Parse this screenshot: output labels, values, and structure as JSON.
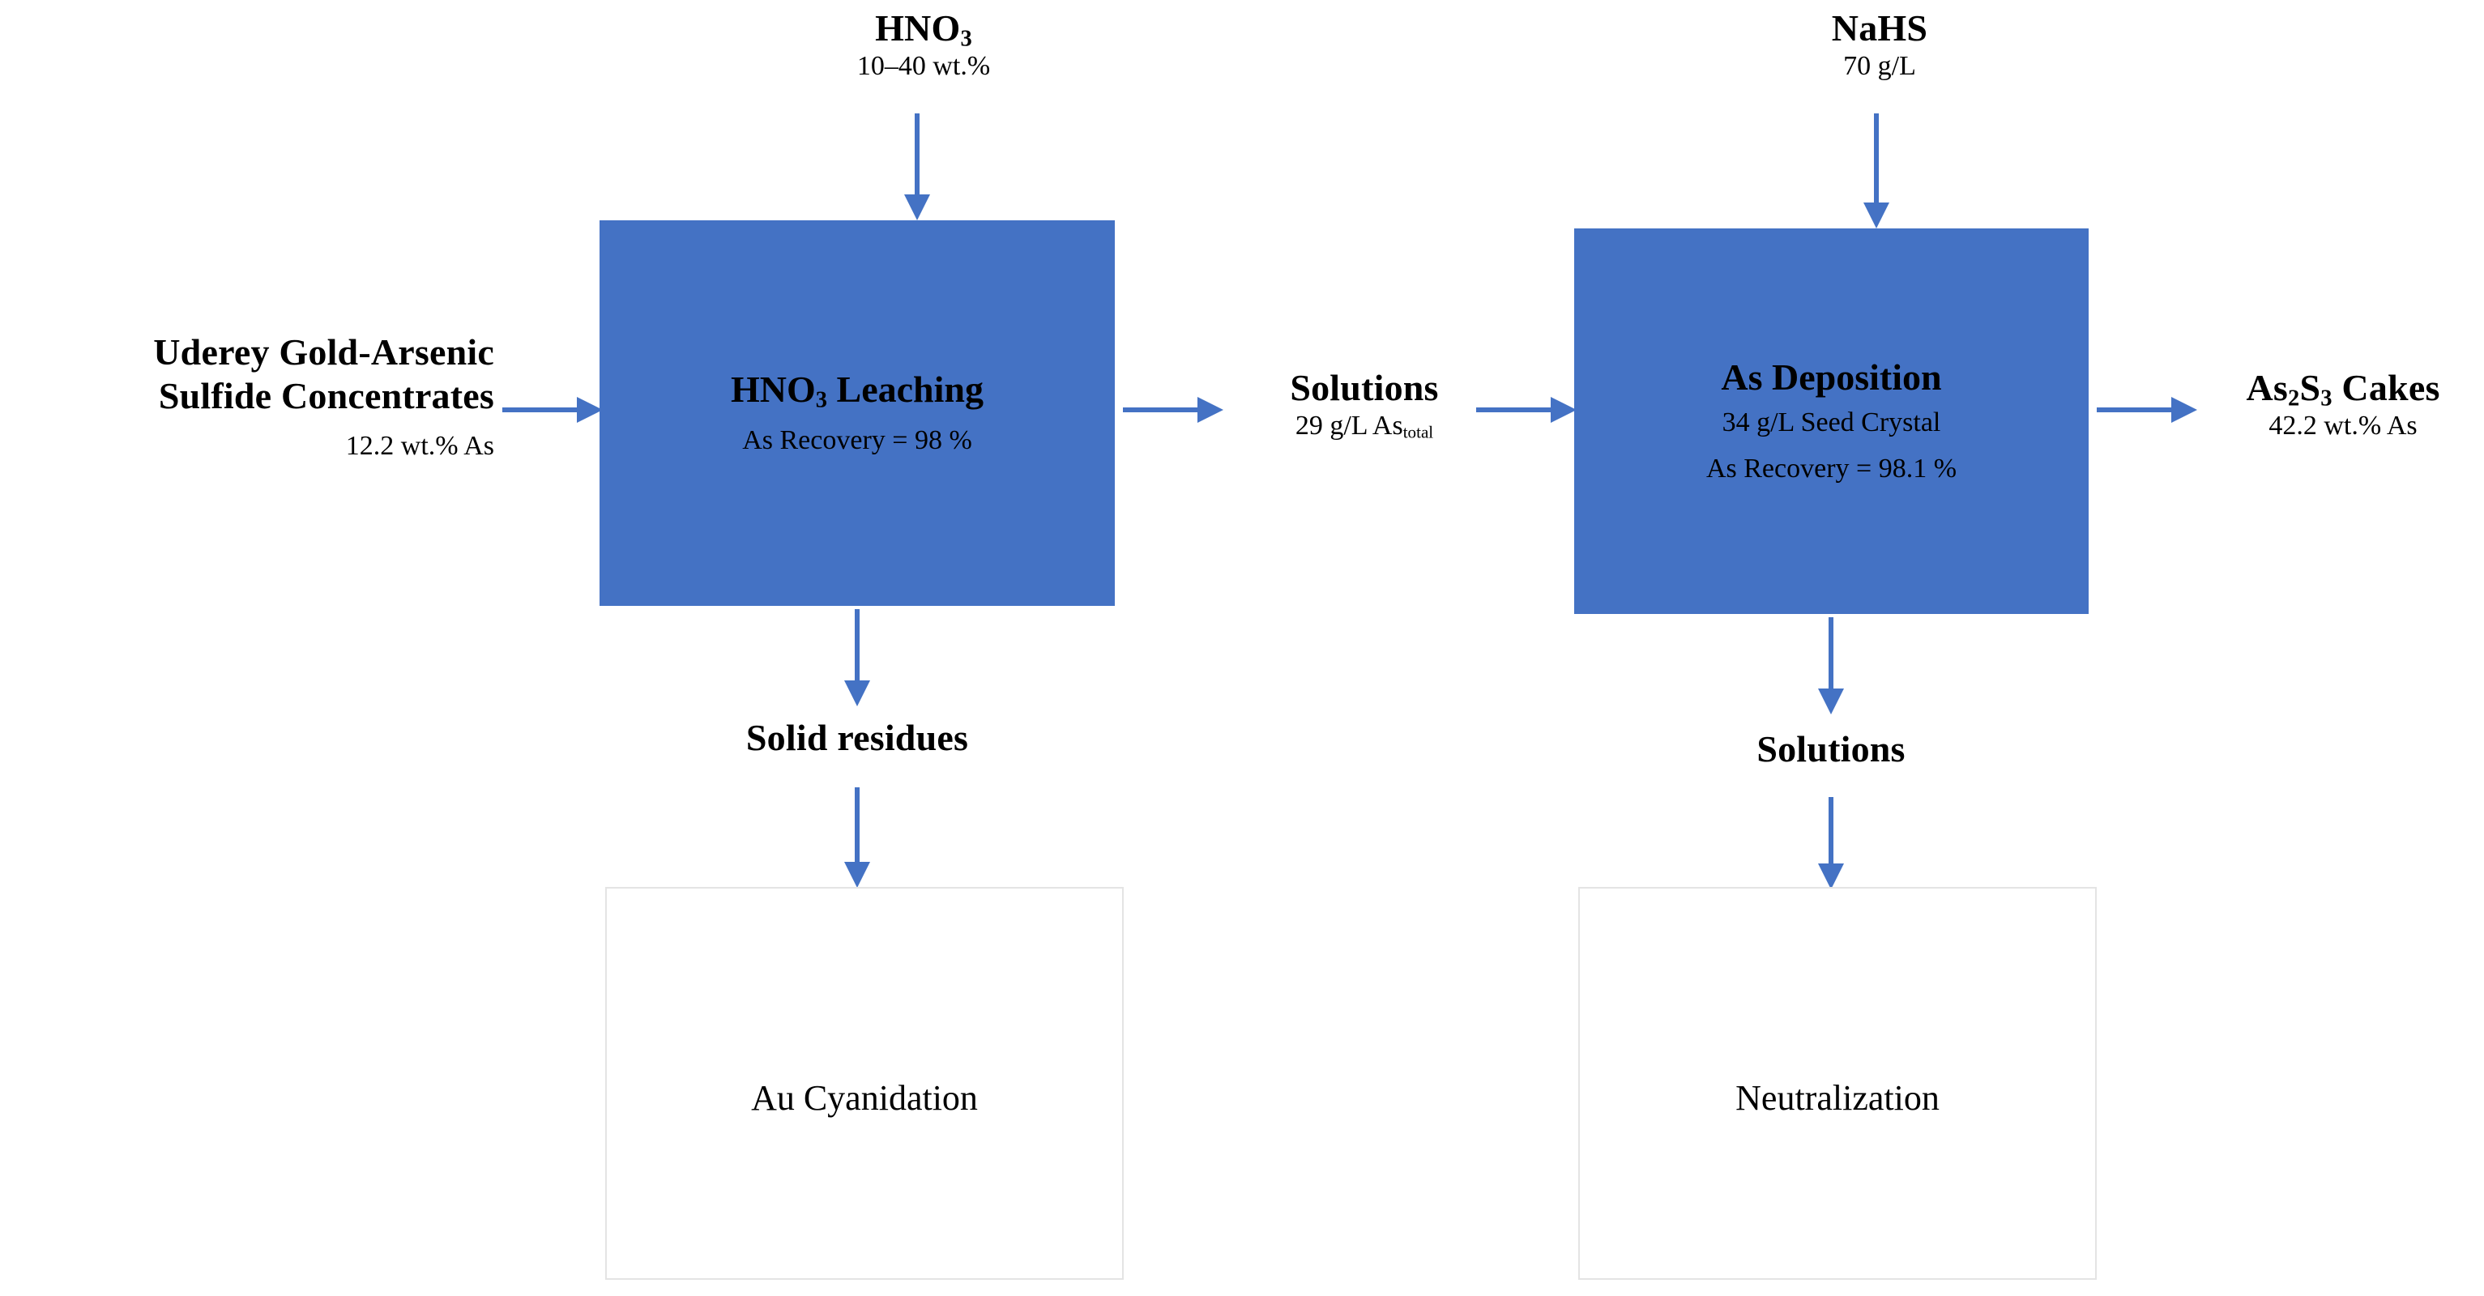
{
  "diagram": {
    "title": "Uderey gold-arsenic sulfide concentrate processing flowsheet",
    "accent_color": "#4472C4",
    "box_outline_color": "#E4E4E4",
    "text_color": "#000000",
    "background_color": "#FFFFFF"
  },
  "reagents": {
    "hno3": {
      "name_html": "HNO<sub>3</sub>",
      "name_plain": "HNO3",
      "concentration": "10–40 wt.%"
    },
    "nahs": {
      "name_html": "NaHS",
      "name_plain": "NaHS",
      "concentration": "70 g/L"
    }
  },
  "feed": {
    "title_line1": "Uderey Gold-Arsenic",
    "title_line2": "Sulfide Concentrates",
    "assay": "12.2 wt.% As"
  },
  "stages": [
    {
      "id": "hno3-leaching",
      "title_html": "HNO<sub>3</sub> Leaching",
      "title_plain": "HNO3 Leaching",
      "lines": [
        "As Recovery = 98 %"
      ],
      "style": "filled"
    },
    {
      "id": "as-deposition",
      "title_html": "As Deposition",
      "title_plain": "As Deposition",
      "lines": [
        "34 g/L Seed Crystal",
        "As Recovery = 98.1 %"
      ],
      "style": "filled"
    },
    {
      "id": "au-cyanidation",
      "title_html": "Au Cyanidation",
      "title_plain": "Au Cyanidation",
      "lines": [],
      "style": "outlined"
    },
    {
      "id": "neutralization",
      "title_html": "Neutralization",
      "title_plain": "Neutralization",
      "lines": [],
      "style": "outlined"
    }
  ],
  "streams": {
    "intermediate_solutions": {
      "title": "Solutions",
      "assay_html": "29 g/L As<sub>total</sub>",
      "assay_plain": "29 g/L Astotal"
    },
    "solid_residues": {
      "title": "Solid residues"
    },
    "deposition_solutions": {
      "title": "Solutions"
    },
    "as2s3_cakes": {
      "title_html": "As<sub>2</sub>S<sub>3</sub> Cakes",
      "title_plain": "As2S3 Cakes",
      "assay": "42.2 wt.% As"
    }
  }
}
